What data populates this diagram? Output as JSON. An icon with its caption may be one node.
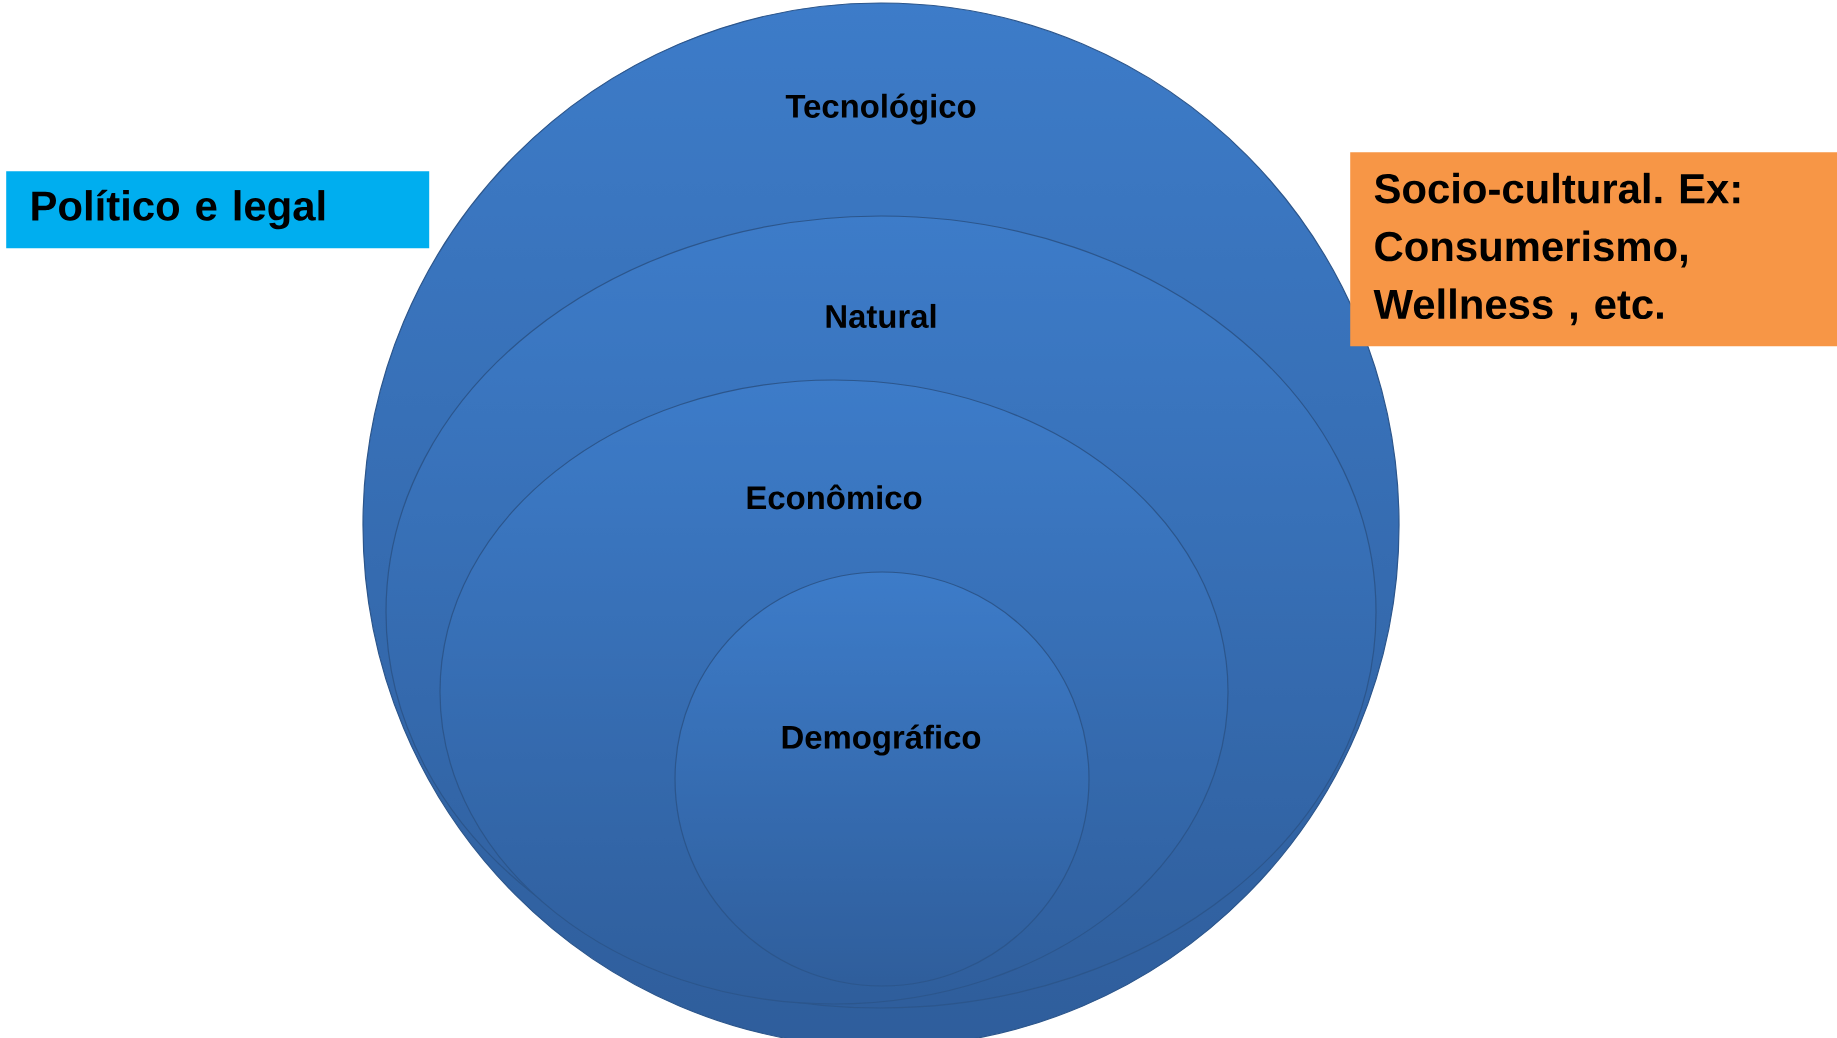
{
  "diagram": {
    "nodes": [
      {
        "text": [
          "Político e legal"
        ]
      },
      {
        "text": [
          "Tecnológico"
        ]
      },
      {
        "text": [
          "Natural"
        ],
        "in": 1
      },
      {
        "text": [
          "Econômico"
        ],
        "in": 2
      },
      {
        "text": [
          "Demográfico"
        ],
        "in": 3
      },
      {
        "text": [
          "Socio-cultural. Ex: Consumerismo, Wellness , etc."
        ]
      }
    ]
  }
}
